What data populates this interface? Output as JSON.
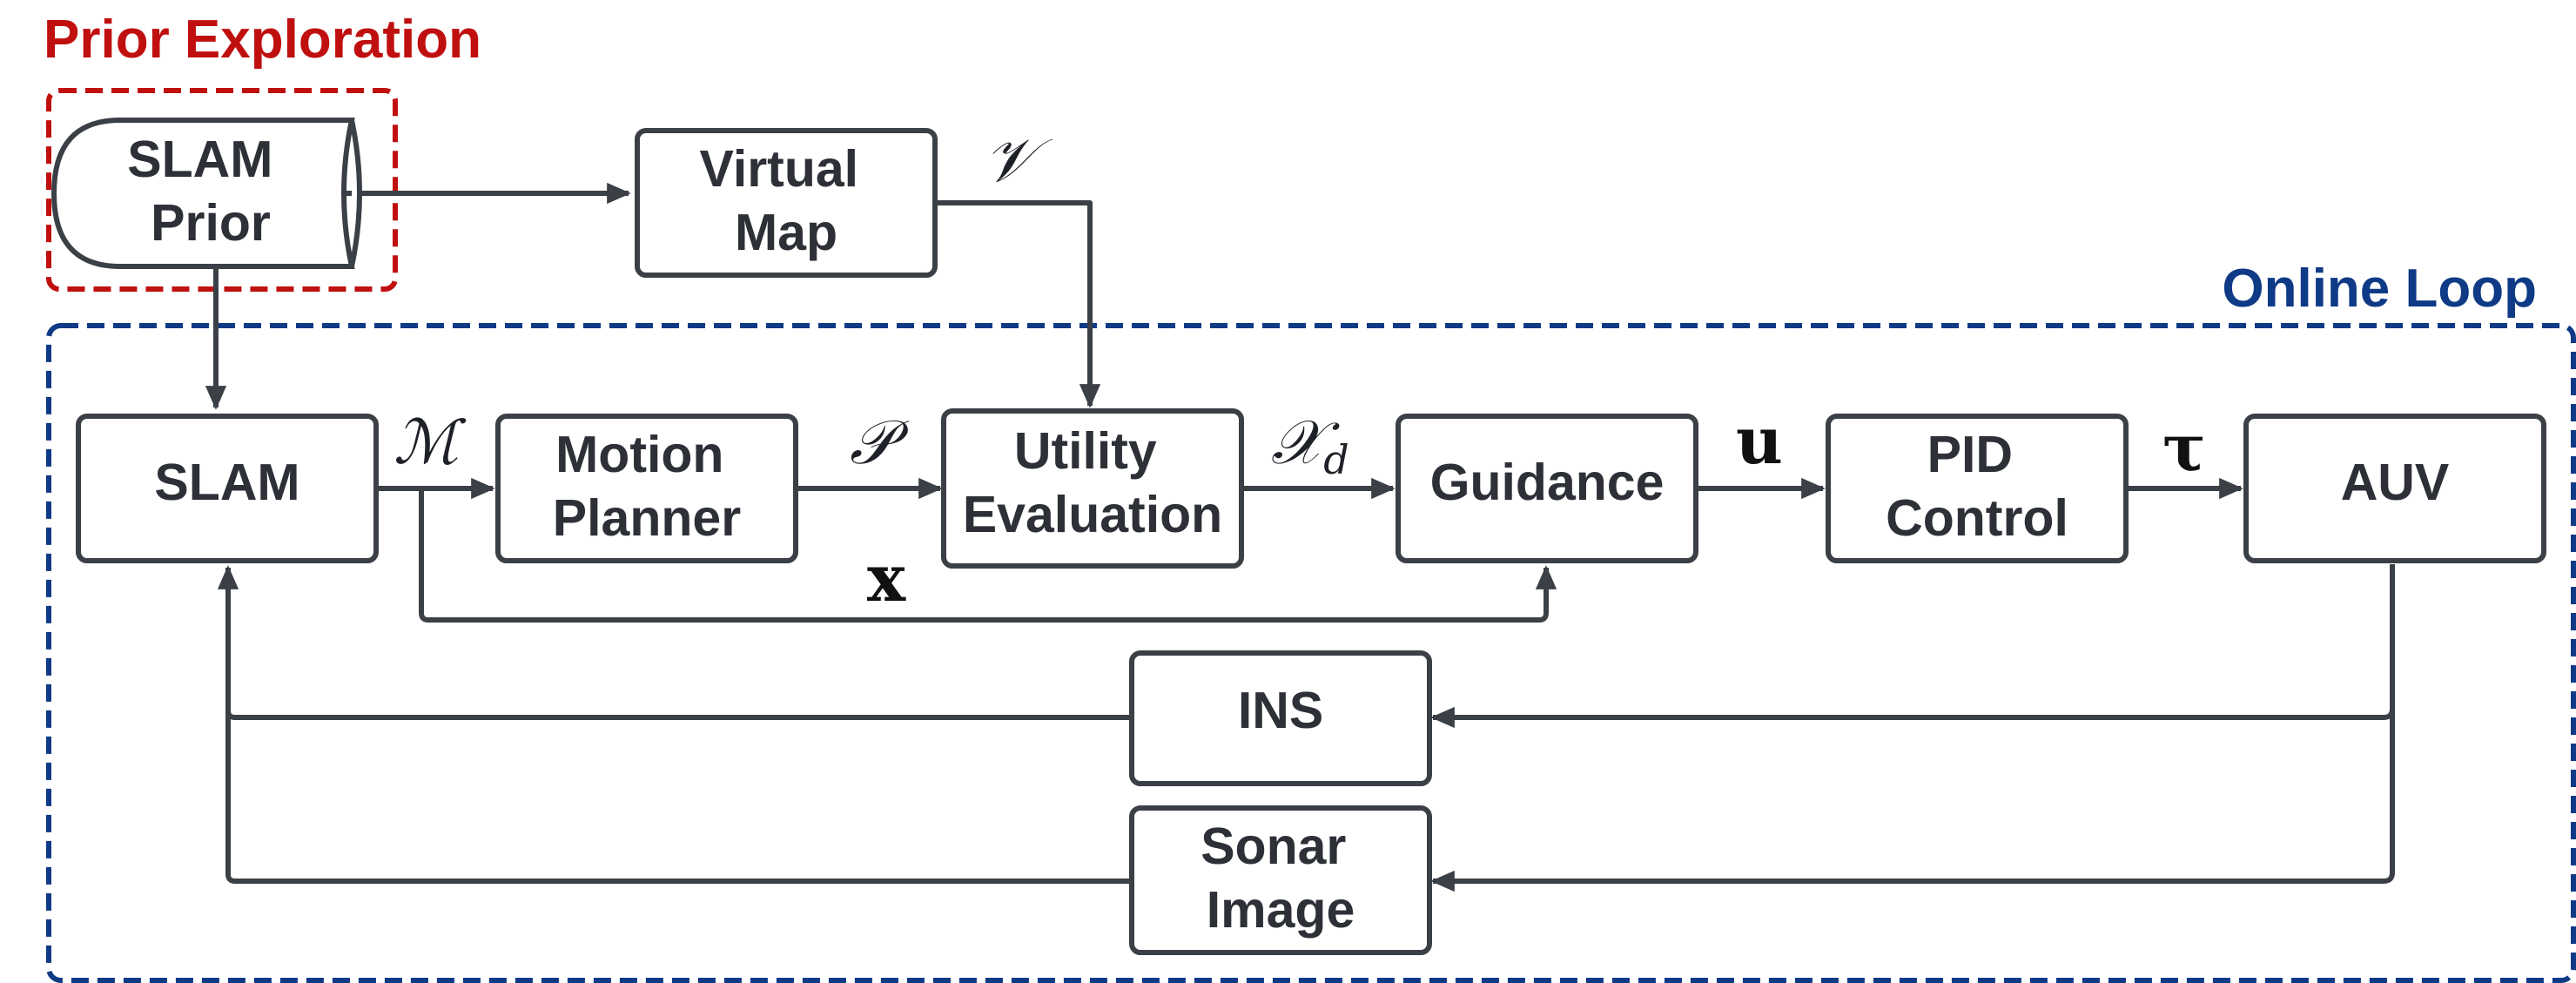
{
  "groups": {
    "prior_exploration": {
      "title": "Prior Exploration",
      "color": "#c00f0f"
    },
    "online_loop": {
      "title": "Online Loop",
      "color": "#0e3a86"
    }
  },
  "nodes": {
    "slam_prior": [
      "SLAM",
      "Prior"
    ],
    "virtual_map": [
      "Virtual",
      "Map"
    ],
    "slam": [
      "SLAM"
    ],
    "motion_planner": [
      "Motion",
      "Planner"
    ],
    "utility_evaluation": [
      "Utility",
      "Evaluation"
    ],
    "guidance": [
      "Guidance"
    ],
    "pid_control": [
      "PID",
      "Control"
    ],
    "auv": [
      "AUV"
    ],
    "ins": [
      "INS"
    ],
    "sonar_image": [
      "Sonar",
      "Image"
    ]
  },
  "edge_labels": {
    "virtual_map_out": "𝒱",
    "slam_to_planner": "ℳ",
    "planner_to_utility": "𝒫",
    "utility_to_guidance": {
      "symbol": "𝒳",
      "subscript": "d"
    },
    "state_feedback": "x",
    "guidance_to_pid": "u",
    "pid_to_auv": "τ"
  },
  "colors": {
    "stroke": "#3b3f46",
    "text": "#2d3037"
  }
}
